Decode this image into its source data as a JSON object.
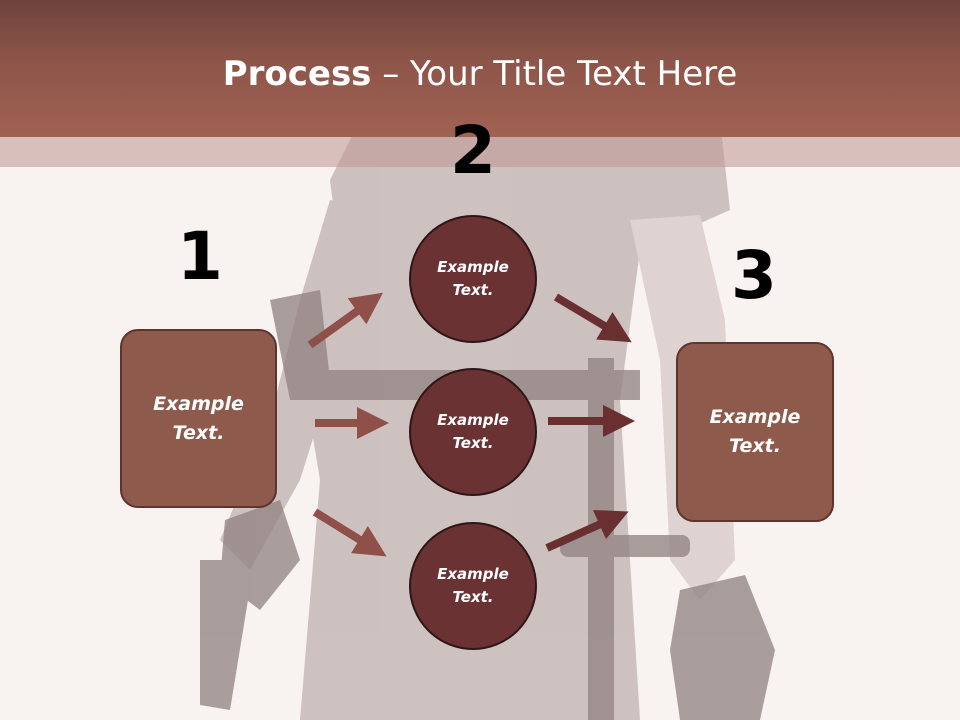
{
  "title": {
    "bold": "Process",
    "rest": " – Your Title Text Here"
  },
  "steps": {
    "one": {
      "number": "1",
      "text": "Example Text."
    },
    "two": {
      "number": "2",
      "circles": [
        "Example Text.",
        "Example Text.",
        "Example Text."
      ]
    },
    "three": {
      "number": "3",
      "text": "Example Text."
    }
  },
  "colors": {
    "title_bar": "#8d5549",
    "box_fill": "#8e5a4b",
    "circle_fill": "#6b3234",
    "arrow_left": "#8e5049",
    "arrow_right": "#6a2f30"
  }
}
